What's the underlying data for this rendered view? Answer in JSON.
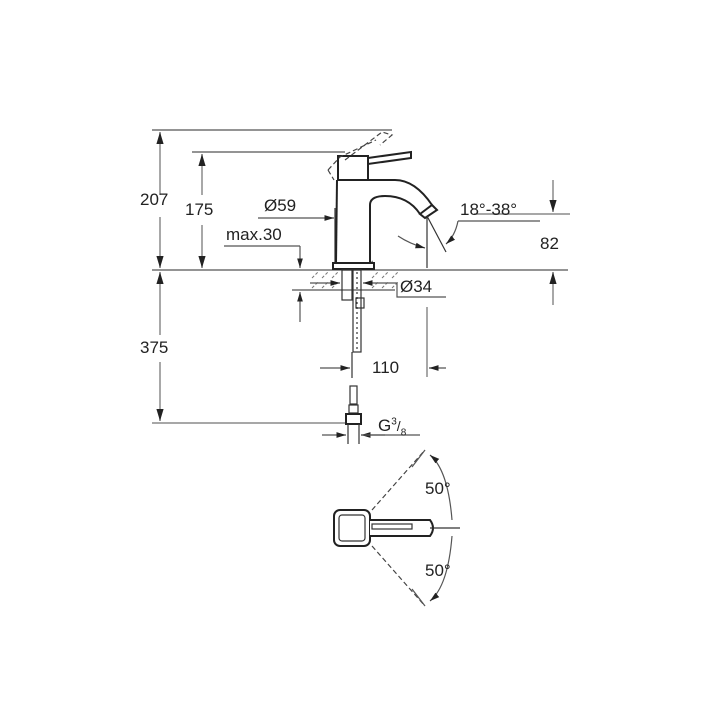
{
  "drawing": {
    "title": "Basin mixer dimension drawing",
    "dimensions": {
      "total_height": "207",
      "spout_height": "175",
      "below_deck_length": "375",
      "body_diameter": "Ø59",
      "max_deck_thickness": "max.30",
      "spout_outlet_height": "82",
      "mounting_hole_diameter": "Ø34",
      "spout_reach": "110",
      "connection_thread": "G",
      "connection_thread_num": "3",
      "connection_thread_den": "8",
      "aerator_angle": "18°-38°",
      "lever_swing_left": "50°",
      "lever_swing_right": "50°"
    },
    "colors": {
      "line": "#222222",
      "dimension_line": "#555555",
      "background": "#ffffff"
    }
  }
}
